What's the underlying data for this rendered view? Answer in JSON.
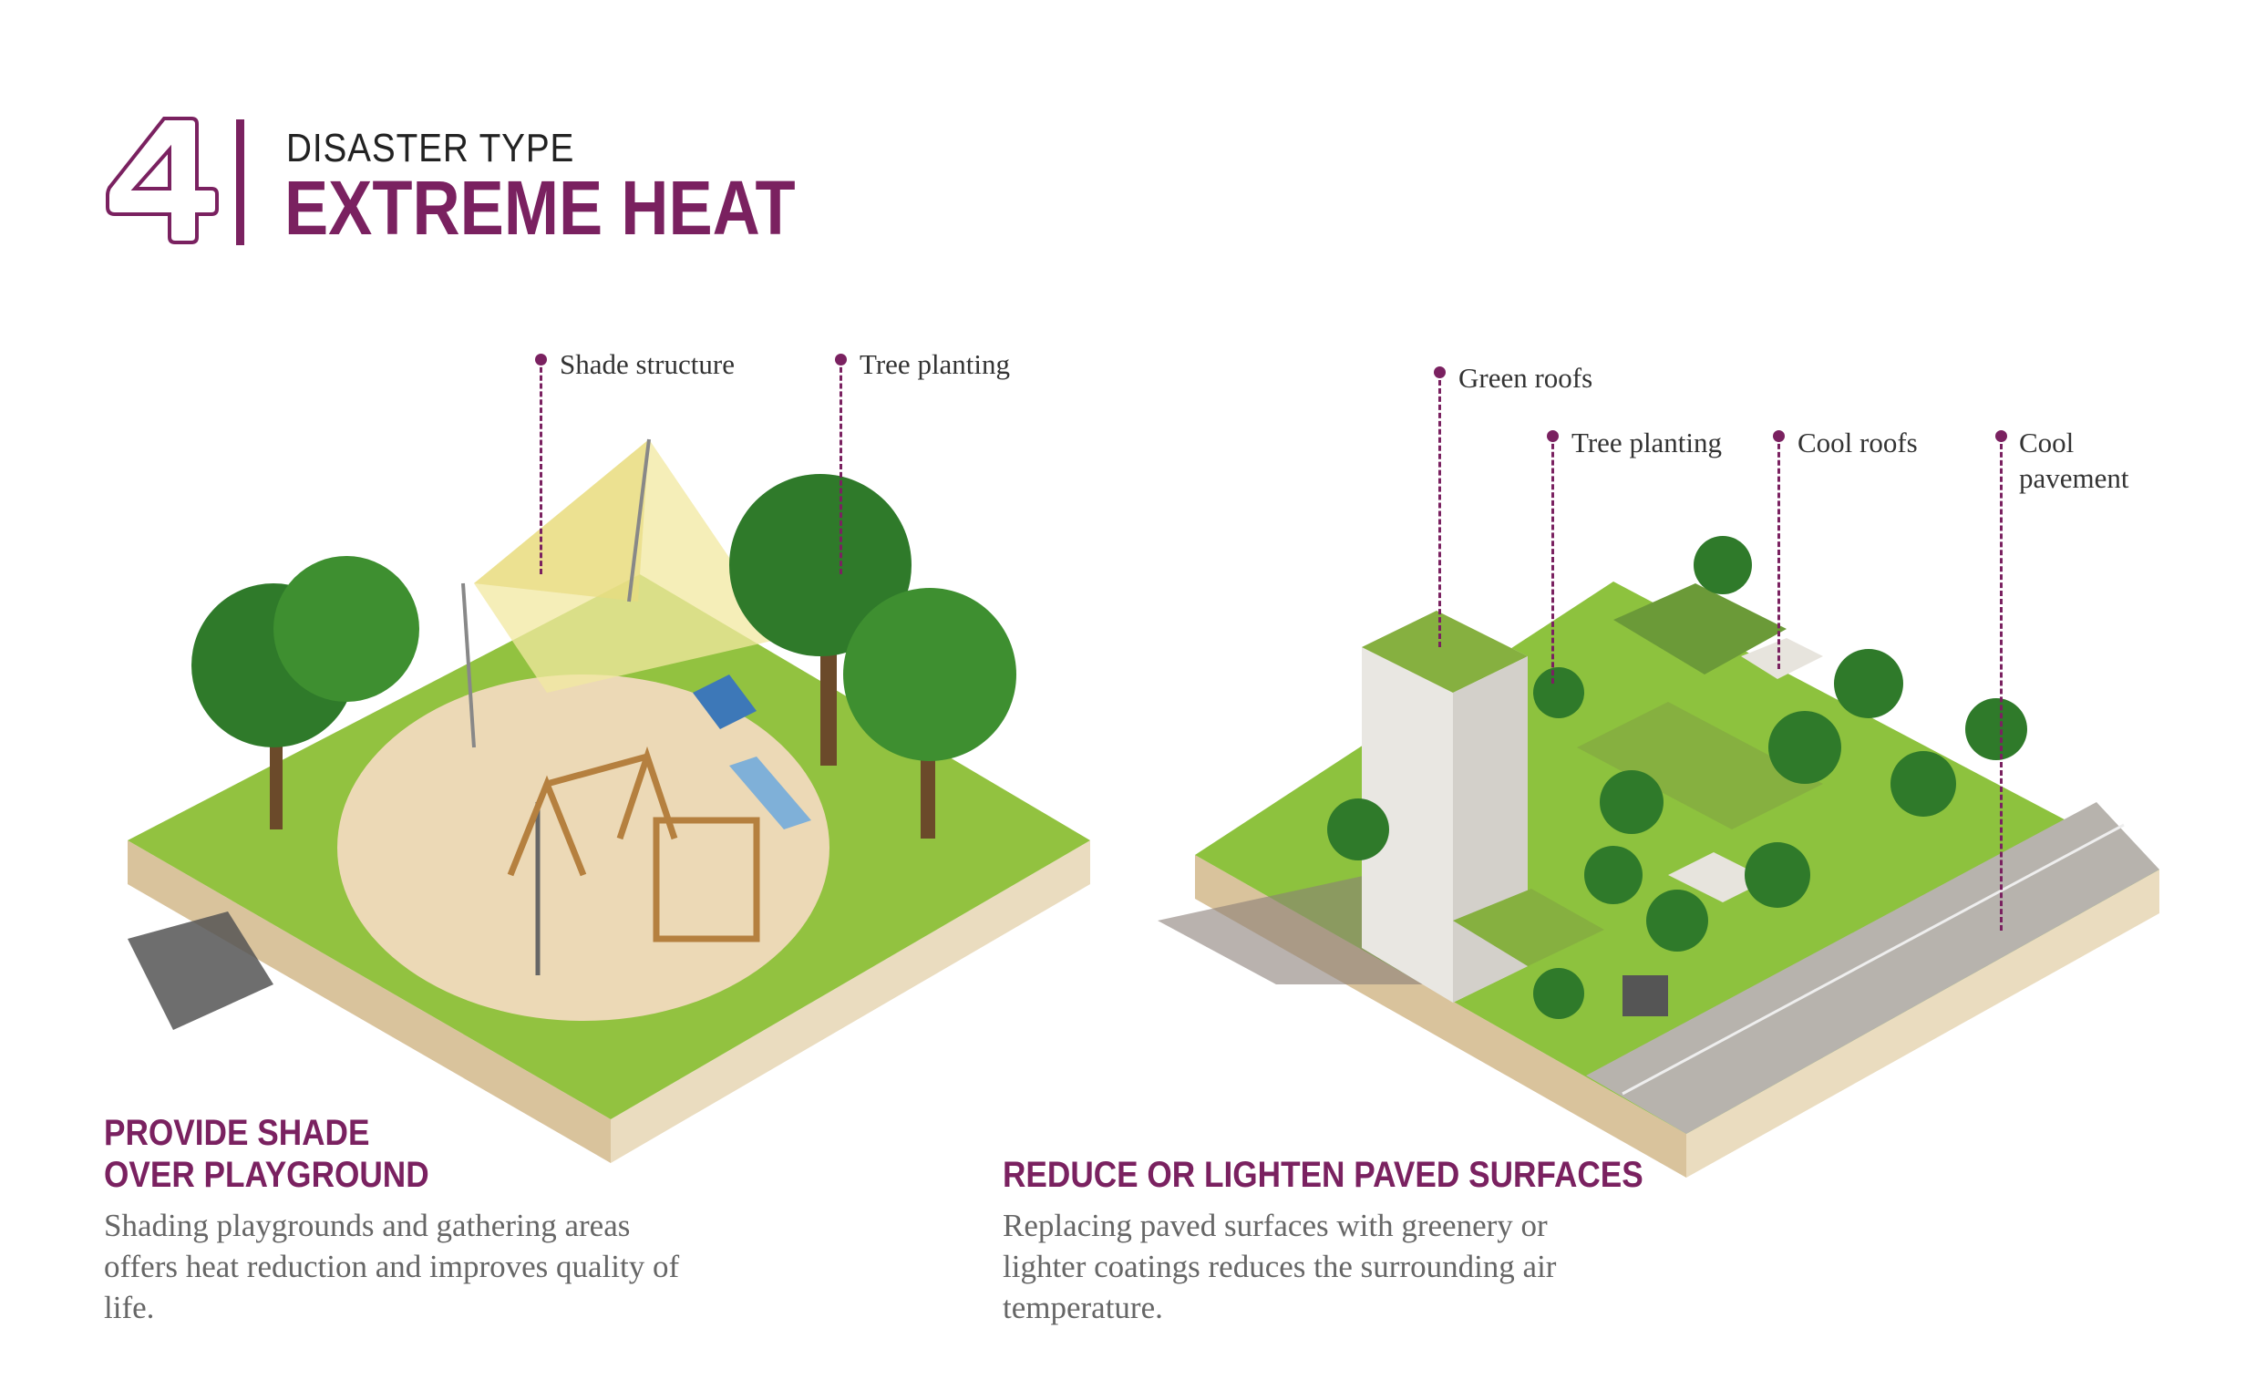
{
  "header": {
    "number": "4",
    "kicker": "DISASTER TYPE",
    "title": "EXTREME HEAT"
  },
  "colors": {
    "accent": "#7a2160",
    "grass": "#8fc23f",
    "sand": "#ead9b8",
    "body_text": "#666666"
  },
  "left_panel": {
    "callouts": [
      {
        "label": "Shade structure"
      },
      {
        "label": "Tree planting"
      }
    ],
    "heading_line1": "PROVIDE SHADE",
    "heading_line2": "OVER PLAYGROUND",
    "body_lines": [
      "Shading playgrounds and gathering areas",
      "offers heat reduction and improves quality of",
      "life."
    ]
  },
  "right_panel": {
    "callouts": [
      {
        "label": "Green roofs"
      },
      {
        "label": "Tree planting"
      },
      {
        "label": "Cool roofs"
      },
      {
        "label_line1": "Cool",
        "label_line2": "pavement"
      }
    ],
    "heading": "REDUCE OR LIGHTEN PAVED SURFACES",
    "body_lines": [
      "Replacing paved surfaces with greenery or",
      "lighter coatings reduces the surrounding air",
      "temperature."
    ]
  }
}
